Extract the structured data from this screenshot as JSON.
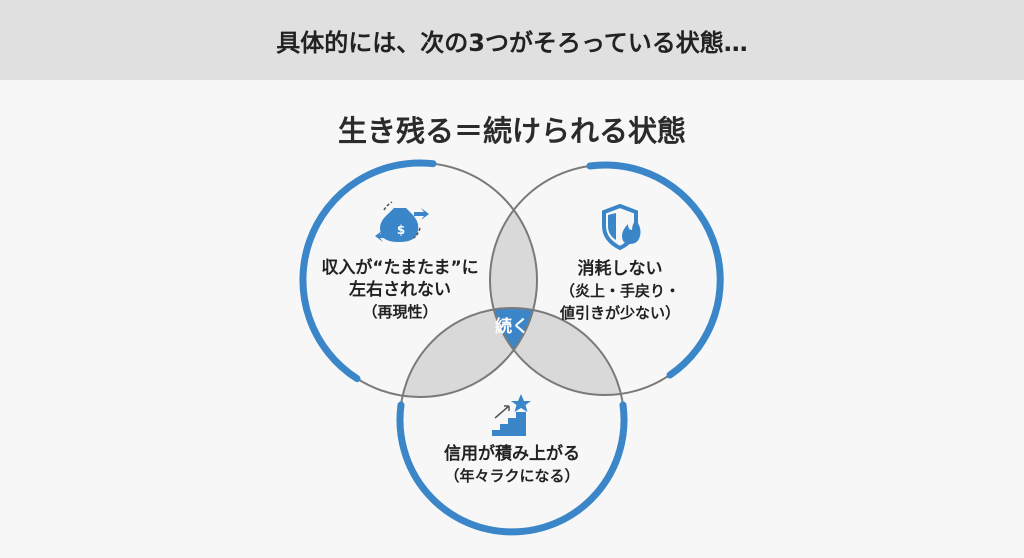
{
  "header": {
    "title": "具体的には、次の3つがそろっている状態…"
  },
  "main_title": "生き残る＝続けられる状態",
  "venn": {
    "center_label": "続く",
    "circles": [
      {
        "icon": "money-bag-icon",
        "lines": [
          "収入が“たまたま”に",
          "左右されない"
        ],
        "sub": "（再現性）"
      },
      {
        "icon": "shield-fire-icon",
        "lines": [
          "消耗しない"
        ],
        "sub_lines": [
          "（炎上・手戻り・",
          "値引きが少ない）"
        ]
      },
      {
        "icon": "stairs-star-icon",
        "lines": [
          "信用が積み上がる"
        ],
        "sub": "（年々ラクになる）"
      }
    ],
    "colors": {
      "accent": "#3b86c8",
      "overlap": "#d9d9d9",
      "outline": "#7a7a7a"
    }
  }
}
